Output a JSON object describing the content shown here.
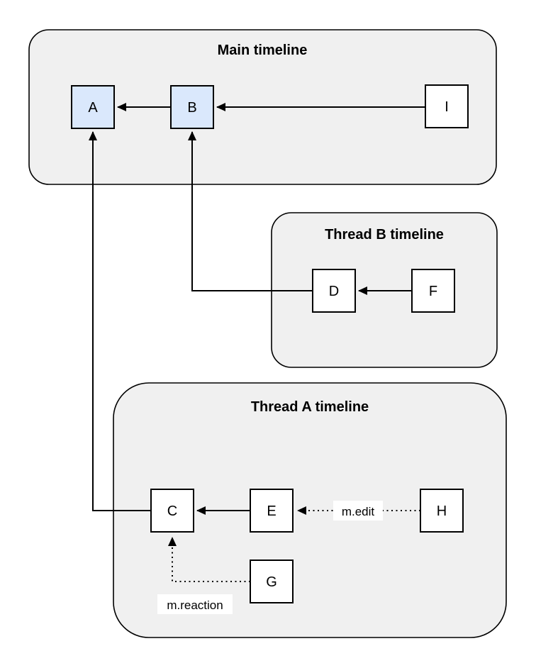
{
  "diagram": {
    "containers": [
      {
        "id": "main",
        "title": "Main timeline"
      },
      {
        "id": "thread-b",
        "title": "Thread B timeline"
      },
      {
        "id": "thread-a",
        "title": "Thread A timeline"
      }
    ],
    "nodes": [
      {
        "id": "A",
        "label": "A",
        "highlighted": true,
        "container": "main"
      },
      {
        "id": "B",
        "label": "B",
        "highlighted": true,
        "container": "main"
      },
      {
        "id": "I",
        "label": "I",
        "highlighted": false,
        "container": "main"
      },
      {
        "id": "D",
        "label": "D",
        "highlighted": false,
        "container": "thread-b"
      },
      {
        "id": "F",
        "label": "F",
        "highlighted": false,
        "container": "thread-b"
      },
      {
        "id": "C",
        "label": "C",
        "highlighted": false,
        "container": "thread-a"
      },
      {
        "id": "E",
        "label": "E",
        "highlighted": false,
        "container": "thread-a"
      },
      {
        "id": "H",
        "label": "H",
        "highlighted": false,
        "container": "thread-a"
      },
      {
        "id": "G",
        "label": "G",
        "highlighted": false,
        "container": "thread-a"
      }
    ],
    "edges": [
      {
        "from": "B",
        "to": "A",
        "style": "solid",
        "label": ""
      },
      {
        "from": "I",
        "to": "B",
        "style": "solid",
        "label": ""
      },
      {
        "from": "F",
        "to": "D",
        "style": "solid",
        "label": ""
      },
      {
        "from": "D",
        "to": "B",
        "style": "solid",
        "label": ""
      },
      {
        "from": "E",
        "to": "C",
        "style": "solid",
        "label": ""
      },
      {
        "from": "C",
        "to": "A",
        "style": "solid",
        "label": ""
      },
      {
        "from": "H",
        "to": "E",
        "style": "dotted",
        "label": "m.edit"
      },
      {
        "from": "G",
        "to": "C",
        "style": "dotted",
        "label": "m.reaction"
      }
    ],
    "colors": {
      "canvas_bg": "#ffffff",
      "container_fill": "#f0f0f0",
      "container_stroke": "#000000",
      "node_fill": "#ffffff",
      "node_highlight_fill": "#dae8fc",
      "node_stroke": "#000000",
      "edge_color": "#000000",
      "edge_label_bg": "#ffffff"
    }
  }
}
